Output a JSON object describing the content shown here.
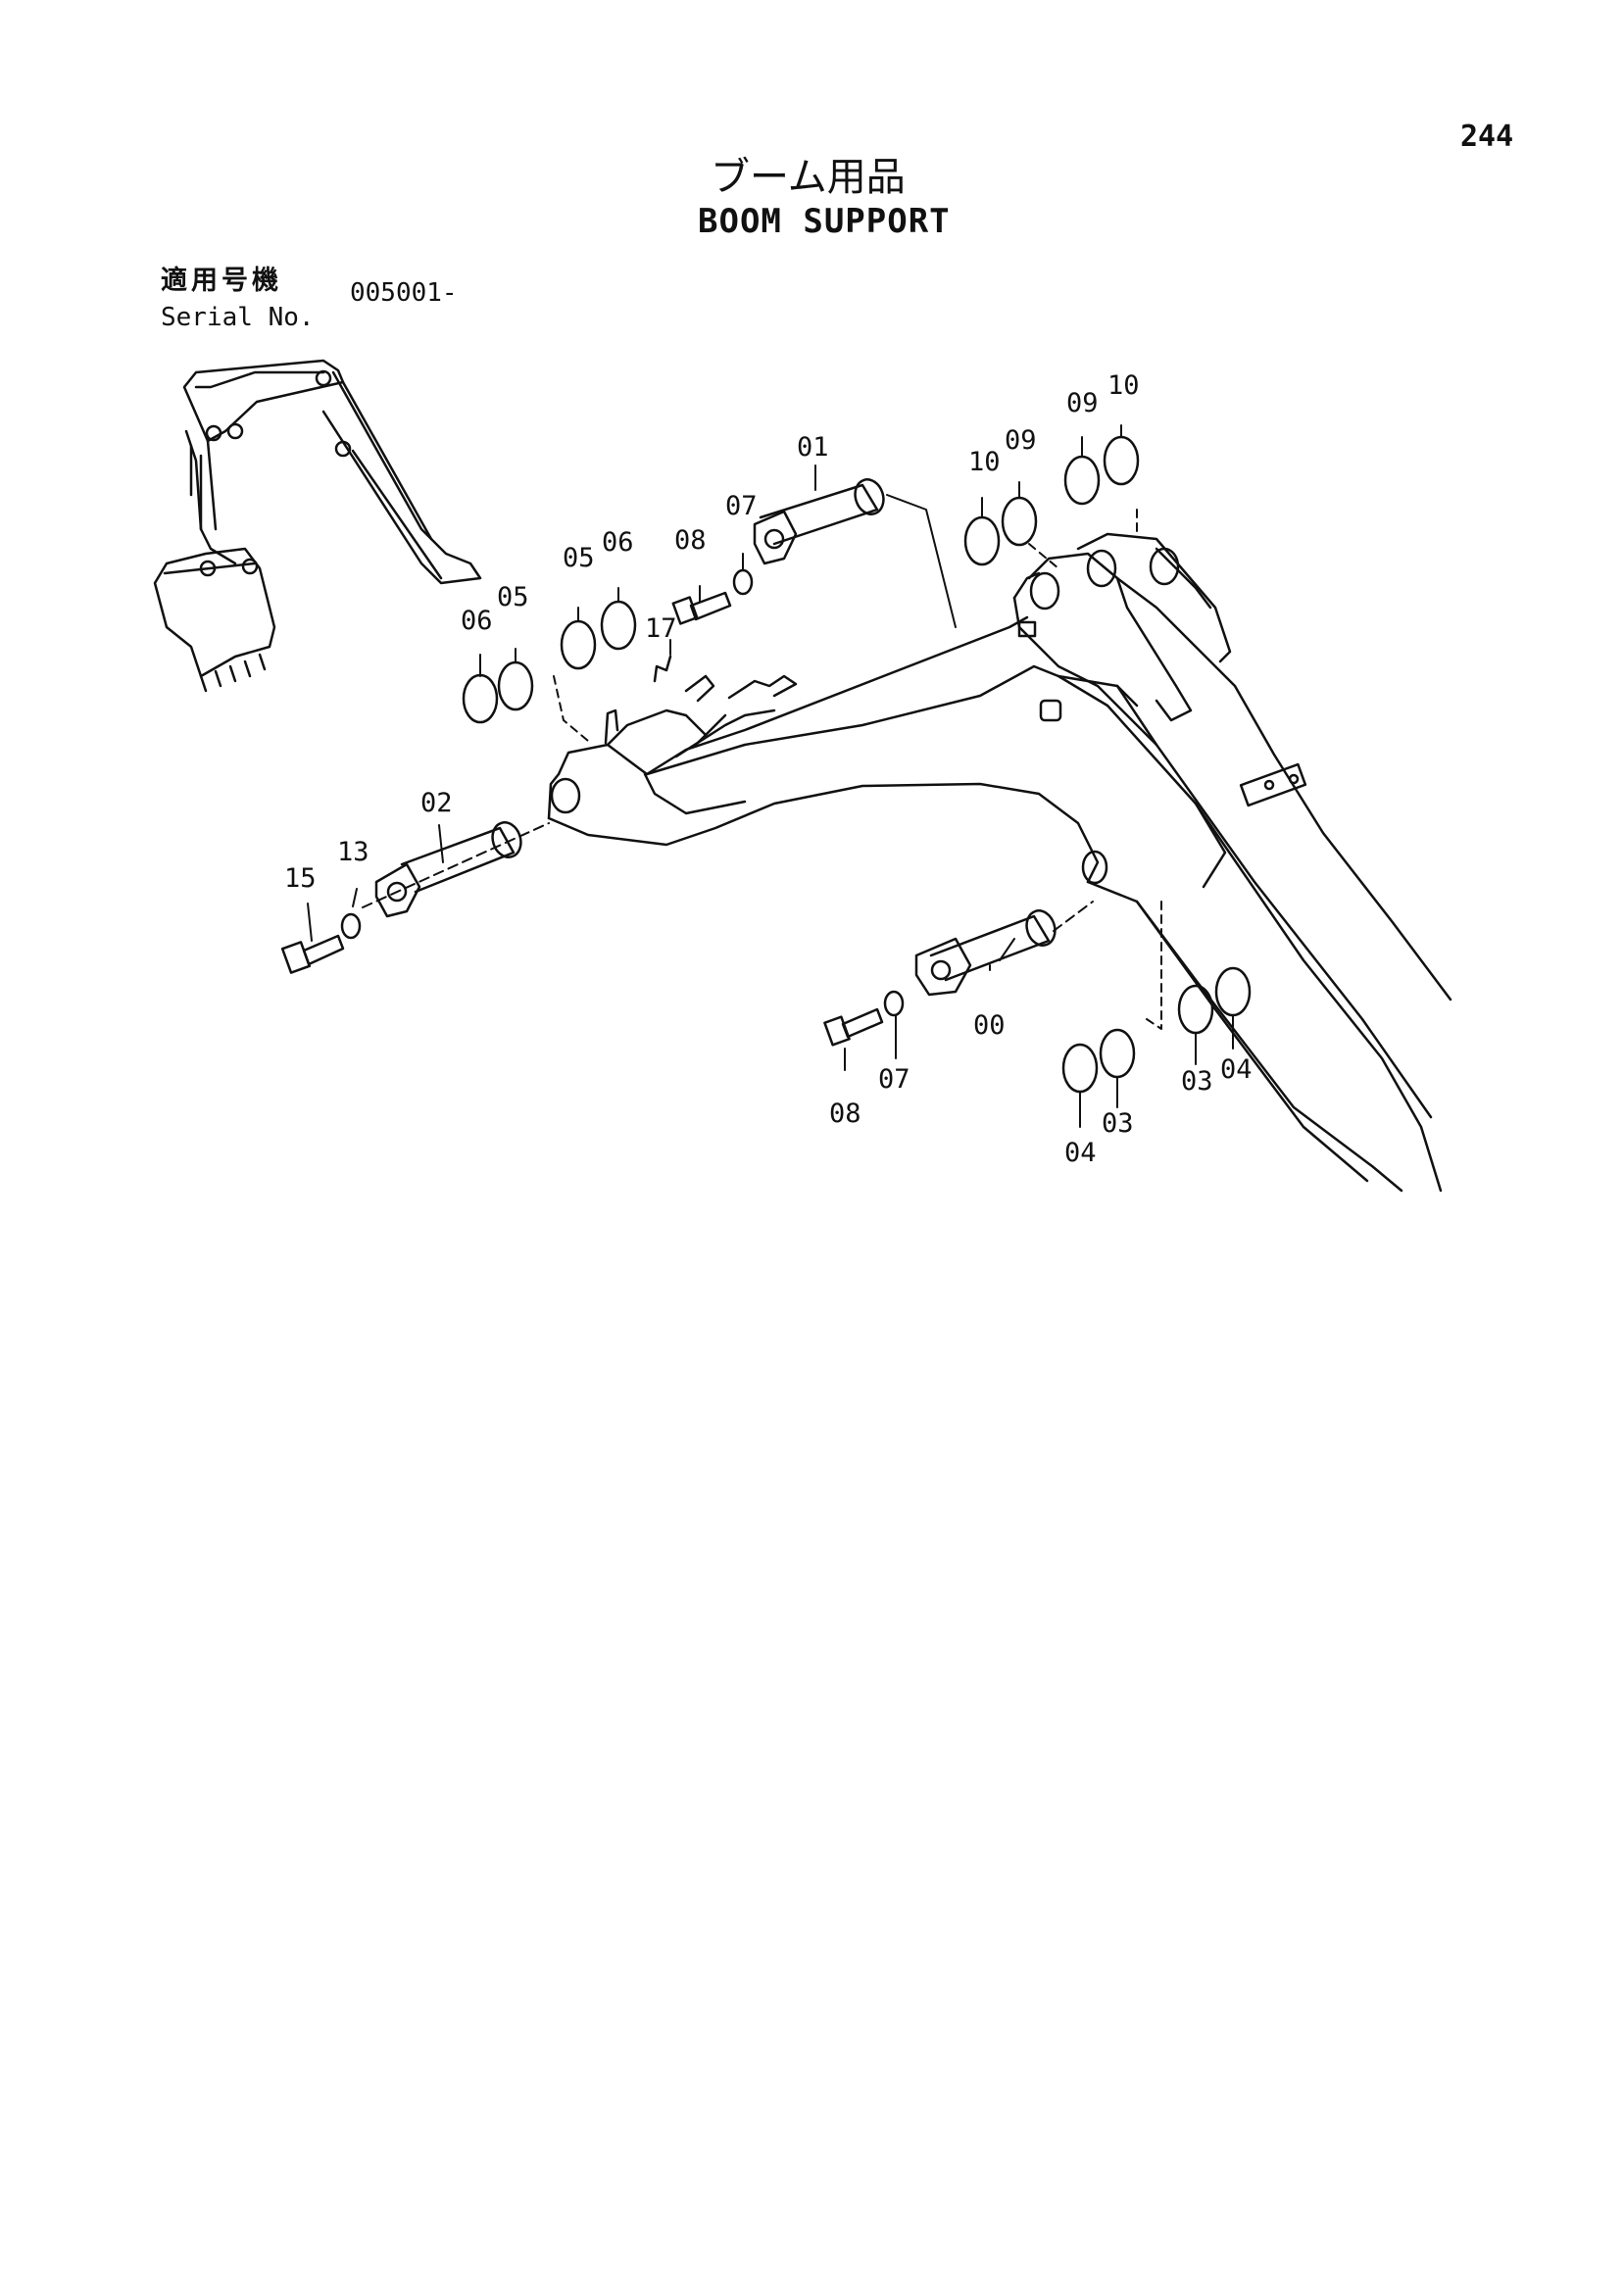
{
  "page_number": "244",
  "title": {
    "japanese": "ブーム用品",
    "english": "BOOM SUPPORT"
  },
  "serial": {
    "label_japanese": "適用号機",
    "label_english": "Serial No.",
    "value": "005001-"
  },
  "callouts": [
    "01",
    "02",
    "00",
    "03",
    "03",
    "04",
    "04",
    "05",
    "05",
    "06",
    "06",
    "07",
    "07",
    "08",
    "08",
    "09",
    "09",
    "10",
    "10",
    "13",
    "15",
    "17"
  ]
}
